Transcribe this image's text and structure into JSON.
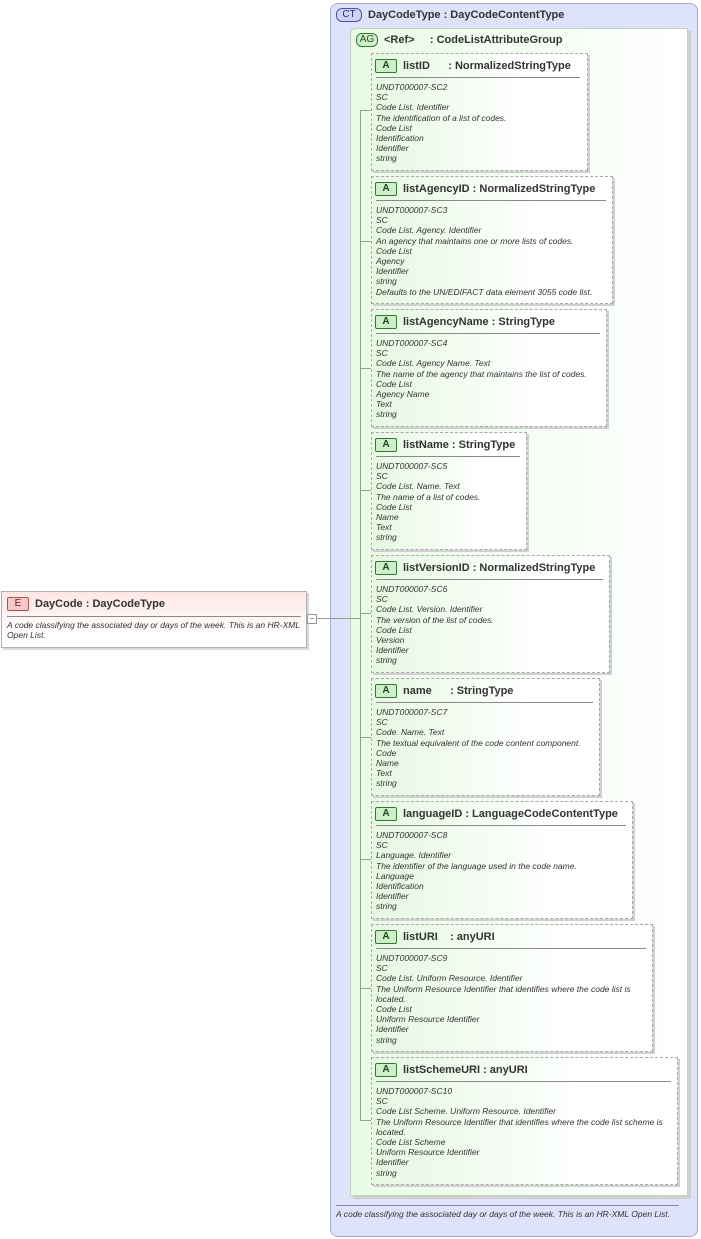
{
  "element": {
    "badge": "E",
    "title": "DayCode : DayCodeType",
    "description": "A code classifying the associated day or days of the week. This is an HR-XML Open List."
  },
  "complex_type": {
    "badge": "CT",
    "title": "DayCodeType : DayCodeContentType",
    "footer": "A code classifying the associated day or days of the week. This is an HR-XML Open List."
  },
  "attribute_group": {
    "badge": "AG",
    "title": "<Ref>     : CodeListAttributeGroup"
  },
  "attributes": [
    {
      "badge": "A",
      "title": "listID      : NormalizedStringType",
      "lines": [
        "UNDT000007-SC2",
        "SC",
        "Code List. Identifier",
        "The identification of a list of codes.",
        "Code List",
        "Identification",
        "Identifier",
        "string"
      ]
    },
    {
      "badge": "A",
      "title": "listAgencyID : NormalizedStringType",
      "lines": [
        "UNDT000007-SC3",
        "SC",
        "Code List. Agency. Identifier",
        "An agency that maintains one or more lists of codes.",
        "Code List",
        "Agency",
        "Identifier",
        "string",
        "Defaults to the UN/EDIFACT data element 3055 code list."
      ]
    },
    {
      "badge": "A",
      "title": "listAgencyName : StringType",
      "lines": [
        "UNDT000007-SC4",
        "SC",
        "Code List. Agency Name. Text",
        "The name of the agency that maintains the list of codes.",
        "Code List",
        "Agency Name",
        "Text",
        "string"
      ]
    },
    {
      "badge": "A",
      "title": "listName : StringType",
      "lines": [
        "UNDT000007-SC5",
        "SC",
        "Code List. Name. Text",
        "The name of a list of codes.",
        "Code List",
        "Name",
        "Text",
        "string"
      ]
    },
    {
      "badge": "A",
      "title": "listVersionID : NormalizedStringType",
      "lines": [
        "UNDT000007-SC6",
        "SC",
        "Code List. Version. Identifier",
        "The version of the list of codes.",
        "Code List",
        "Version",
        "Identifier",
        "string"
      ]
    },
    {
      "badge": "A",
      "title": "name      : StringType",
      "lines": [
        "UNDT000007-SC7",
        "SC",
        "Code. Name. Text",
        "The textual equivalent of the code content component.",
        "Code",
        "Name",
        "Text",
        "string"
      ]
    },
    {
      "badge": "A",
      "title": "languageID : LanguageCodeContentType",
      "lines": [
        "UNDT000007-SC8",
        "SC",
        "Language. Identifier",
        "The identifier of the language used in the code name.",
        "Language",
        "Identification",
        "Identifier",
        "string"
      ]
    },
    {
      "badge": "A",
      "title": "listURI    : anyURI",
      "lines": [
        "UNDT000007-SC9",
        "SC",
        "Code List. Uniform Resource. Identifier",
        "The Uniform Resource Identifier that identifies where the code list is located.",
        "Code List",
        "Uniform Resource Identifier",
        "Identifier",
        "string"
      ]
    },
    {
      "badge": "A",
      "title": "listSchemeURI : anyURI",
      "lines": [
        "UNDT000007-SC10",
        "SC",
        "Code List Scheme. Uniform Resource. Identifier",
        "The Uniform Resource Identifier that identifies where the code list scheme is located.",
        "Code List Scheme",
        "Uniform Resource Identifier",
        "Identifier",
        "string"
      ]
    }
  ]
}
